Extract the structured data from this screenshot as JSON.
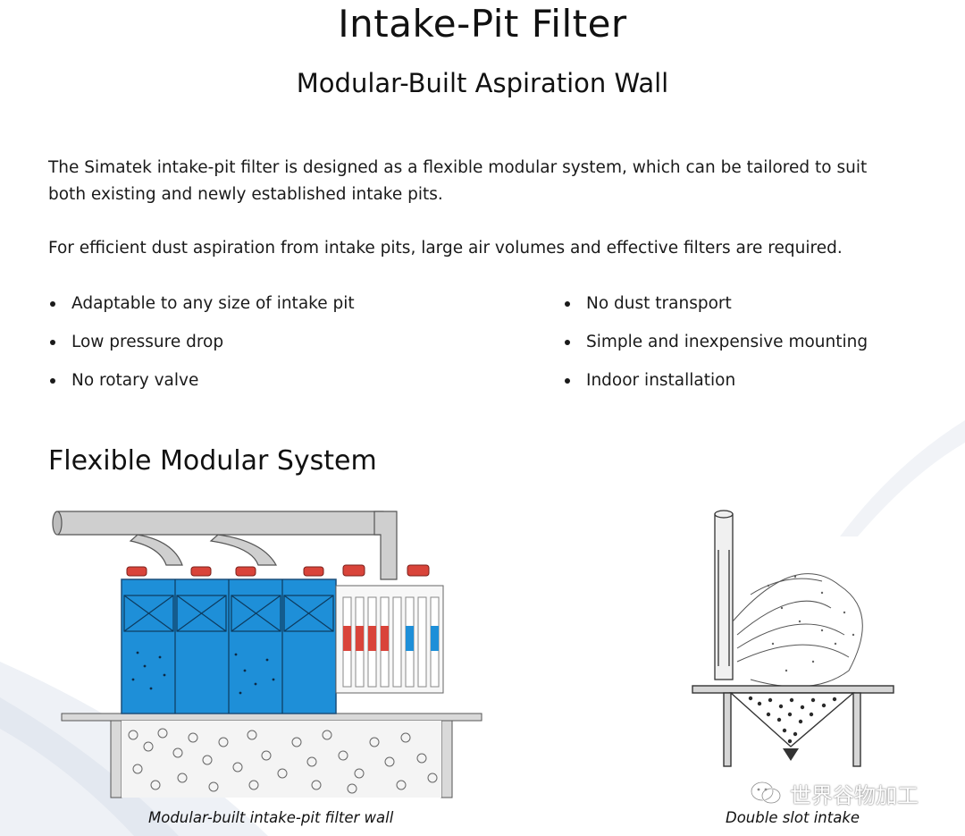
{
  "page": {
    "title": "Intake-Pit Filter",
    "subtitle": "Modular-Built Aspiration Wall",
    "paragraphs": [
      "The Simatek intake-pit filter is designed as a flexible modular system, which can be tailored to suit both existing and newly established intake pits.",
      "For efficient dust aspiration from intake pits, large air volumes and effective filters are required."
    ],
    "bullets_left": [
      "Adaptable to any size of intake pit",
      "Low pressure drop",
      "No rotary valve"
    ],
    "bullets_right": [
      "No dust transport",
      "Simple and inexpensive mounting",
      "Indoor installation"
    ],
    "section_heading": "Flexible Modular System",
    "figures": {
      "left_caption": "Modular-built intake-pit filter wall",
      "right_caption": "Double slot intake"
    },
    "watermark": {
      "text": "世界谷物加工",
      "icon": "wechat-icon"
    },
    "colors": {
      "filter_blue": "#1e8fd8",
      "valve_red": "#d9443a",
      "duct_gray": "#c9c9c9"
    }
  }
}
